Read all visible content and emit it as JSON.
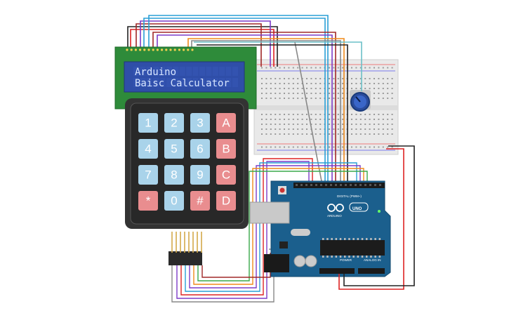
{
  "lcd": {
    "line1": "Arduino",
    "line2": "Baisc Calculator"
  },
  "keypad": {
    "rows": [
      [
        {
          "label": "1",
          "kind": "num"
        },
        {
          "label": "2",
          "kind": "num"
        },
        {
          "label": "3",
          "kind": "num"
        },
        {
          "label": "A",
          "kind": "op"
        }
      ],
      [
        {
          "label": "4",
          "kind": "num"
        },
        {
          "label": "5",
          "kind": "num"
        },
        {
          "label": "6",
          "kind": "num"
        },
        {
          "label": "B",
          "kind": "op"
        }
      ],
      [
        {
          "label": "7",
          "kind": "num"
        },
        {
          "label": "8",
          "kind": "num"
        },
        {
          "label": "9",
          "kind": "num"
        },
        {
          "label": "C",
          "kind": "op"
        }
      ],
      [
        {
          "label": "*",
          "kind": "op"
        },
        {
          "label": "0",
          "kind": "num"
        },
        {
          "label": "#",
          "kind": "op"
        },
        {
          "label": "D",
          "kind": "op"
        }
      ]
    ]
  },
  "arduino": {
    "brand": "ARDUINO",
    "model": "UNO",
    "digital_label": "DIGITAL (PWM~)",
    "power_label": "POWER",
    "analog_label": "ANALOG IN"
  },
  "colors": {
    "num_key": "#a9d3ea",
    "op_key": "#e98d8f",
    "lcd_board": "#2e8b3a",
    "lcd_screen": "#2f4ea8",
    "arduino_board": "#1b5f8d",
    "keypad_body": "#333333"
  }
}
